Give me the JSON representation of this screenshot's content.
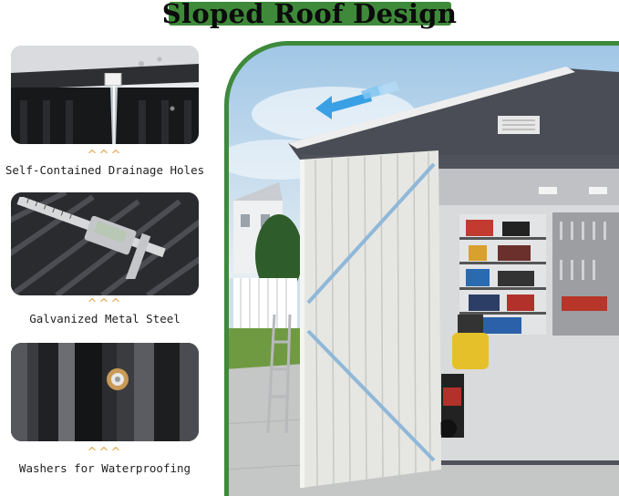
{
  "header": {
    "title": "Sloped Roof Design"
  },
  "features": [
    {
      "chevrons": "^^^",
      "caption": "Self-Contained Drainage Holes",
      "icon": "water-drop-icon"
    },
    {
      "chevrons": "^^^",
      "caption": "Galvanized Metal Steel",
      "icon": "caliper-icon"
    },
    {
      "chevrons": "^^^",
      "caption": "Washers for Waterproofing",
      "icon": "washer-icon"
    }
  ],
  "colors": {
    "accent_green": "#3f8a3a",
    "chevron_orange": "#e3a34c",
    "shed_gray": "#4a4d55",
    "arrow_blue": "#3aa0e6"
  }
}
